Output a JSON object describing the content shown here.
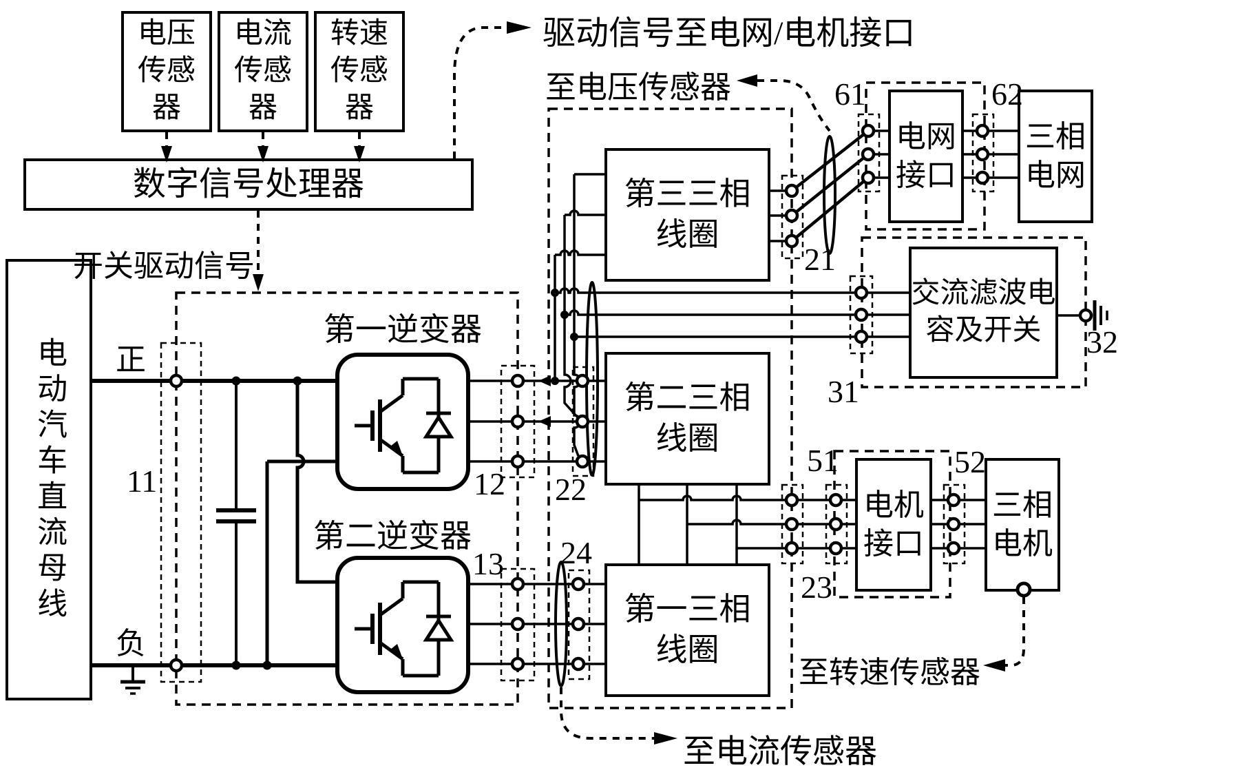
{
  "palette": {
    "ink": "#000000",
    "paper": "#ffffff"
  },
  "sensors": {
    "voltage": "电压传感器",
    "current": "电流传感器",
    "speed": "转速传感器"
  },
  "dsp": {
    "label": "数字信号处理器"
  },
  "dc_bus": {
    "label": "电动汽车直流母线",
    "positive": "正",
    "negative": "负"
  },
  "inverters": {
    "first": "第一逆变器",
    "second": "第二逆变器"
  },
  "coils": {
    "third": "第三三相线圈",
    "second": "第二三相线圈",
    "first": "第一三相线圈"
  },
  "grid": {
    "interface": "电网接口",
    "source": "三相电网"
  },
  "filter": {
    "label": "交流滤波电容及开关"
  },
  "motor": {
    "interface": "电机接口",
    "machine": "三相电机"
  },
  "annotations": {
    "drive_signal": "驱动信号至电网/电机接口",
    "to_voltage_sensor": "至电压传感器",
    "switch_drive_signal": "开关驱动信号",
    "to_current_sensor": "至电流传感器",
    "to_speed_sensor": "至转速传感器"
  },
  "refs": {
    "n11": "11",
    "n12": "12",
    "n13": "13",
    "n21": "21",
    "n22": "22",
    "n23": "23",
    "n24": "24",
    "n31": "31",
    "n32": "32",
    "n51": "51",
    "n52": "52",
    "n61": "61",
    "n62": "62"
  }
}
